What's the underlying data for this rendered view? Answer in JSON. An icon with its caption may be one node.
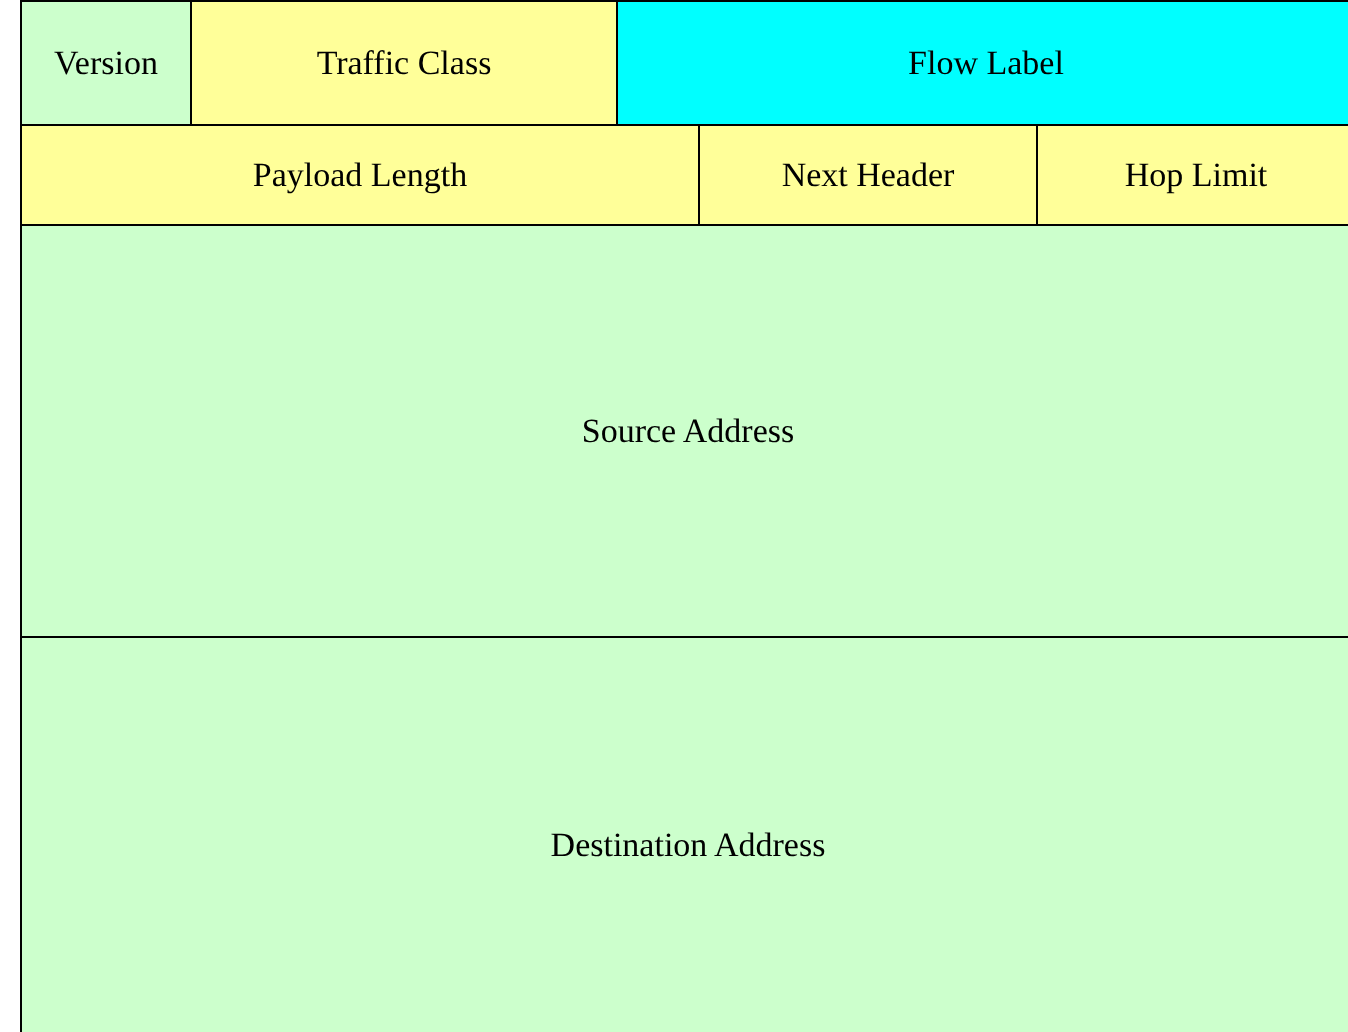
{
  "diagram": {
    "nodes": [
      {
        "text": [
          "Version"
        ]
      },
      {
        "text": [
          "Traffic Class"
        ]
      },
      {
        "text": [
          "Flow Label"
        ]
      },
      {
        "text": [
          "Payload Length"
        ]
      },
      {
        "text": [
          "Next Header"
        ]
      },
      {
        "text": [
          "Hop Limit"
        ]
      },
      {
        "text": [
          "Source Address"
        ]
      },
      {
        "text": [
          "Destination Address"
        ]
      }
    ]
  }
}
